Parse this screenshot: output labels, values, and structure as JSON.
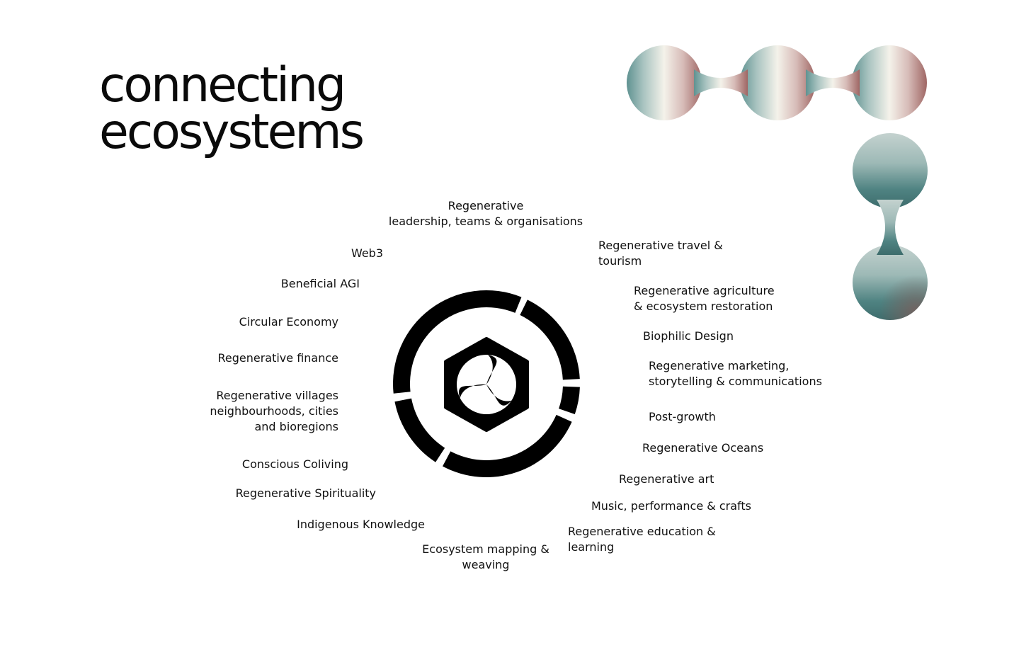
{
  "title": {
    "line1": "connecting",
    "line2": "ecosystems"
  },
  "labels": {
    "leadership": [
      "Regenerative",
      "leadership, teams & organisations"
    ],
    "travel": [
      "Regenerative travel &",
      "tourism"
    ],
    "agriculture": [
      "Regenerative agriculture",
      "& ecosystem restoration"
    ],
    "biophilic": [
      "Biophilic Design"
    ],
    "marketing": [
      "Regenerative marketing,",
      "storytelling & communications"
    ],
    "postgrowth": [
      "Post-growth"
    ],
    "oceans": [
      "Regenerative Oceans"
    ],
    "art": [
      "Regenerative art"
    ],
    "music": [
      "Music, performance & crafts"
    ],
    "education": [
      "Regenerative education &",
      "learning"
    ],
    "mapping": [
      "Ecosystem mapping &",
      "weaving"
    ],
    "indigenous": [
      "Indigenous Knowledge"
    ],
    "spirituality": [
      "Regenerative Spirituality"
    ],
    "coliving": [
      "Conscious Coliving"
    ],
    "villages": [
      "Regenerative villages",
      "neighbourhoods, cities",
      "and bioregions"
    ],
    "finance": [
      "Regenerative finance"
    ],
    "circular": [
      "Circular Economy"
    ],
    "agi": [
      "Beneficial AGI"
    ],
    "web3": [
      "Web3"
    ]
  },
  "colors": {
    "teal": "#5e8f8e",
    "cream": "#f3f1ea",
    "mauve": "#a46b6a",
    "ink": "#000000",
    "text": "#111111"
  },
  "icons": {
    "hub": "tomoe-hexagon-icon",
    "decoration": "connected-spheres-graphic"
  }
}
